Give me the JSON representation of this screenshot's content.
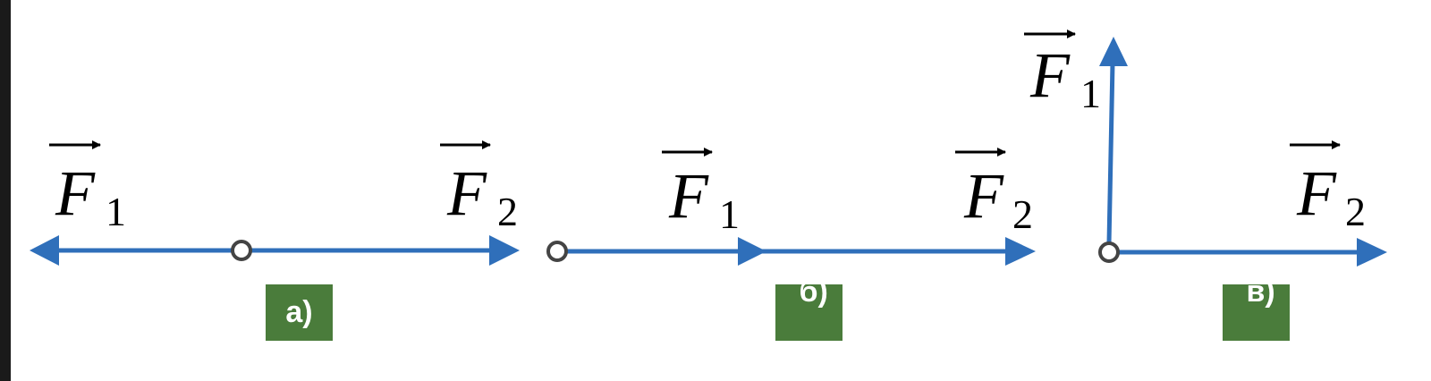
{
  "diagrams": [
    {
      "label": "a)",
      "vectors": [
        {
          "name": "F",
          "sub": "1"
        },
        {
          "name": "F",
          "sub": "2"
        }
      ]
    },
    {
      "label": "б)",
      "vectors": [
        {
          "name": "F",
          "sub": "1"
        },
        {
          "name": "F",
          "sub": "2"
        }
      ]
    },
    {
      "label": "в)",
      "vectors": [
        {
          "name": "F",
          "sub": "1"
        },
        {
          "name": "F",
          "sub": "2"
        }
      ]
    }
  ],
  "colors": {
    "arrow": "#2f6fba",
    "label_bg": "#4a7c3b",
    "point": "#444444"
  }
}
